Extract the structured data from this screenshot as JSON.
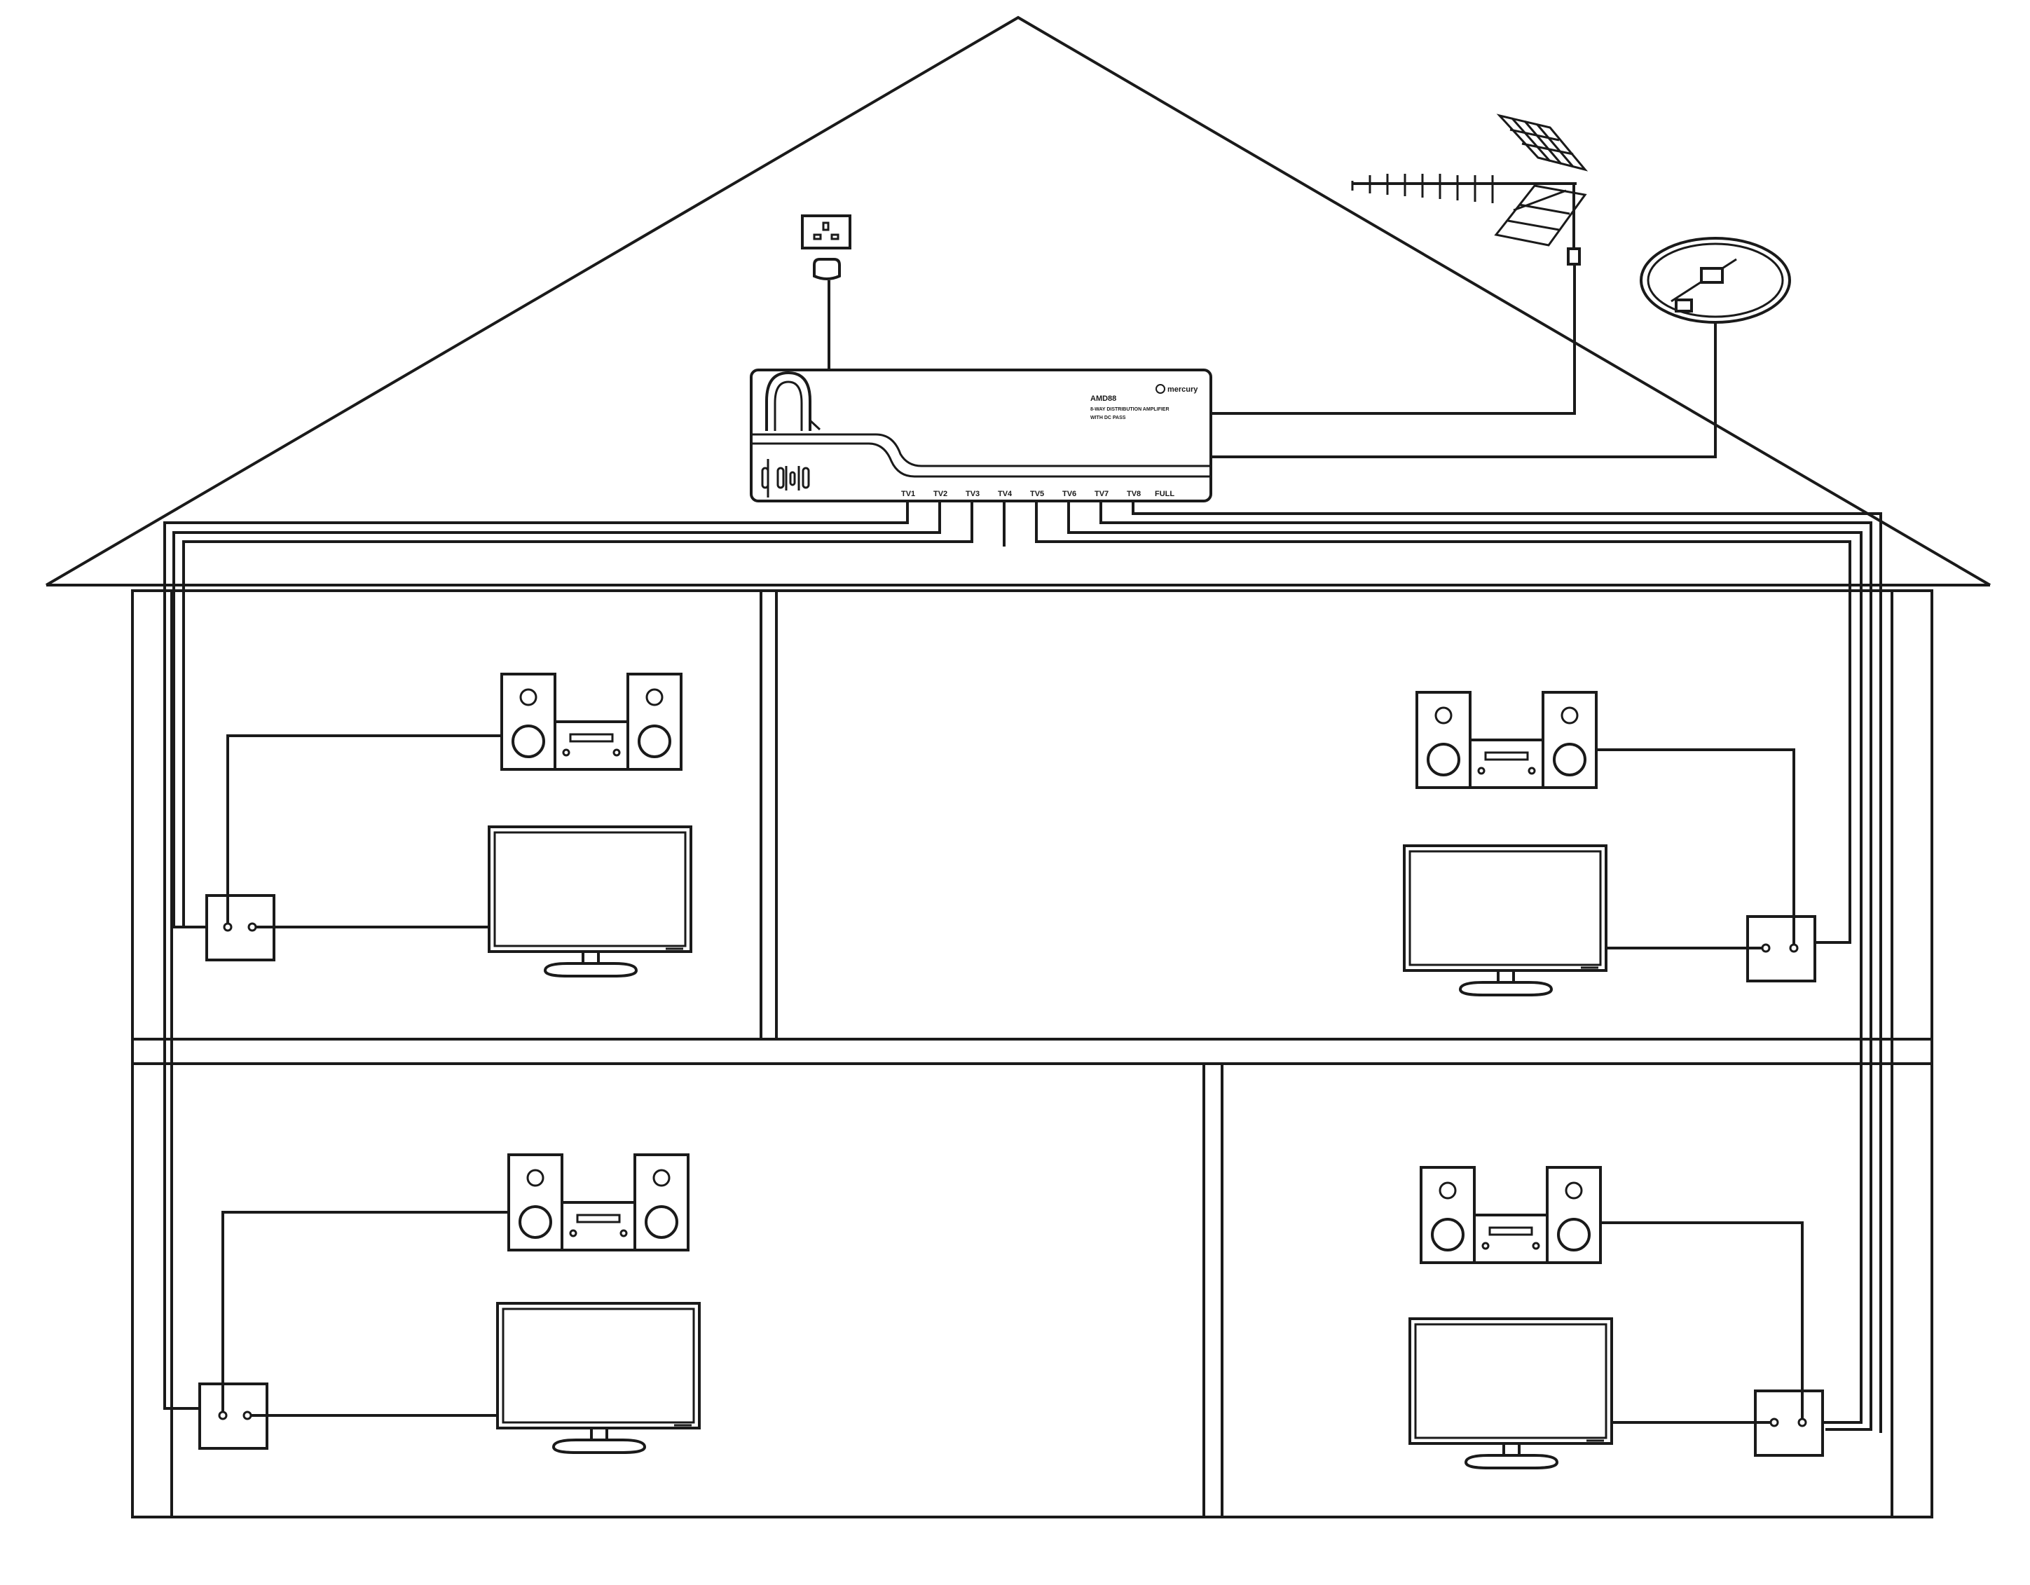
{
  "amplifier": {
    "brand": "mercury",
    "model": "AMD88",
    "desc_line1": "8-WAY DISTRIBUTION AMPLIFIER",
    "desc_line2": "WITH DC PASS",
    "ports": [
      "TV1",
      "TV2",
      "TV3",
      "TV4",
      "TV5",
      "TV6",
      "TV7",
      "TV8",
      "FULL"
    ]
  },
  "icons": {
    "mains_socket": "power-socket-icon",
    "plug": "plug-icon",
    "aerial": "tv-aerial-icon",
    "fm_aerial": "fm-loop-aerial-icon",
    "hifi": "hifi-stereo-icon",
    "tv": "television-icon",
    "wall_plate": "coax-wall-plate-icon"
  }
}
